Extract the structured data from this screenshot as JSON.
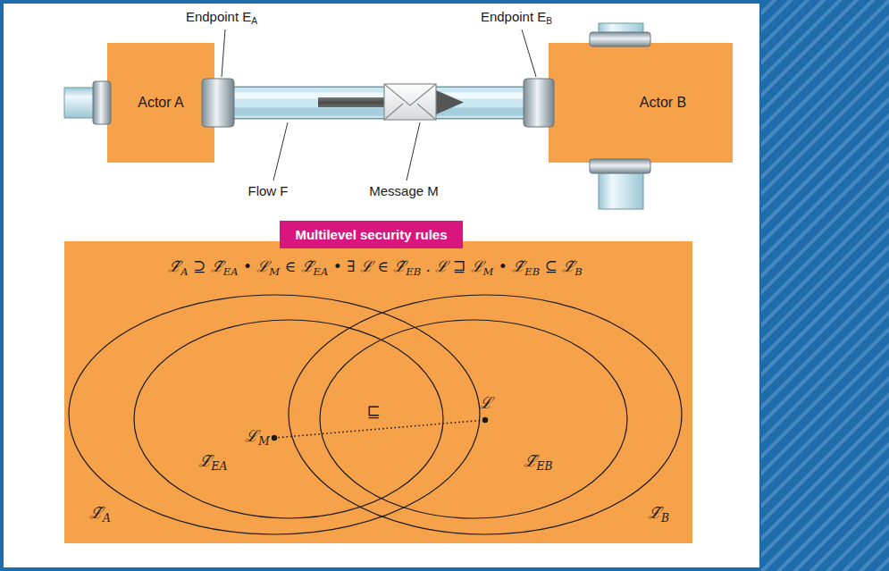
{
  "diagram": {
    "nodes": [
      {
        "text": [
          "Actor A"
        ]
      },
      {
        "text": [
          "Actor B"
        ]
      },
      {
        "text": [
          "Multilevel security rules"
        ]
      }
    ],
    "edges": [
      {
        "from": 0,
        "to": 1,
        "arrow": "none"
      }
    ],
    "labels": [
      "Endpoint EA",
      "Endpoint EB",
      "Flow F",
      "Message M",
      "ℒ̃A ⊇ ℒ̃EA • ℒM ∈ ℒ̃EA • ∃ ℒ ∈ ℒ̃EB . ℒ ⊒ ℒM • ℒ̃EB ⊆ ℒ̃B",
      "ℒ",
      "⊑",
      "ℒM",
      "ℒ̃EA",
      "ℒ̃EB",
      "ℒ̃A",
      "ℒ̃B"
    ]
  }
}
